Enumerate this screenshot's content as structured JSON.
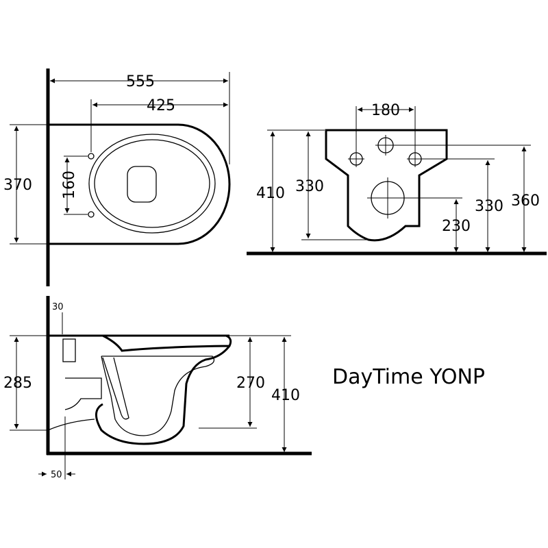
{
  "title": "DayTime YONP",
  "top_view": {
    "overall_length": "555",
    "seat_length": "425",
    "width": "370",
    "fixing_hole_spacing": "160"
  },
  "rear_view": {
    "fixing_spacing": "180",
    "total_height": "410",
    "inlet_height": "330",
    "upper_fixing_height": "360",
    "lower_fixing_height": "330",
    "outlet_height": "230"
  },
  "side_view": {
    "height": "285",
    "top_offset": "30",
    "rim_height": "270",
    "overall_height": "410",
    "bottom_offset": "50"
  },
  "colors": {
    "line": "#000000",
    "background": "#ffffff"
  }
}
